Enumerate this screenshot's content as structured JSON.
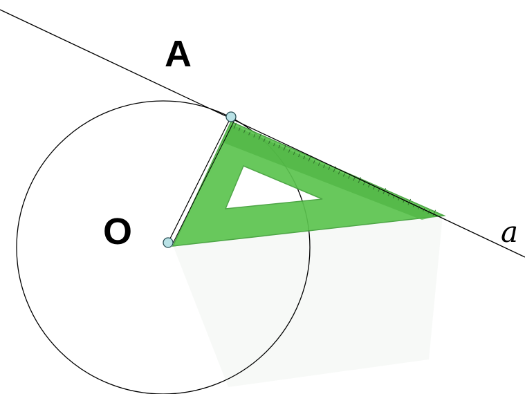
{
  "labels": {
    "point_a": "A",
    "center_o": "O",
    "line_a": "a"
  },
  "colors": {
    "stroke": "#000000",
    "set_square_fill": "#5cc44f",
    "set_square_edge": "#3f9f37",
    "point_fill": "#b9e2e6",
    "point_stroke": "#2a4f55"
  },
  "icons": {
    "set_square": "set-square-icon"
  }
}
